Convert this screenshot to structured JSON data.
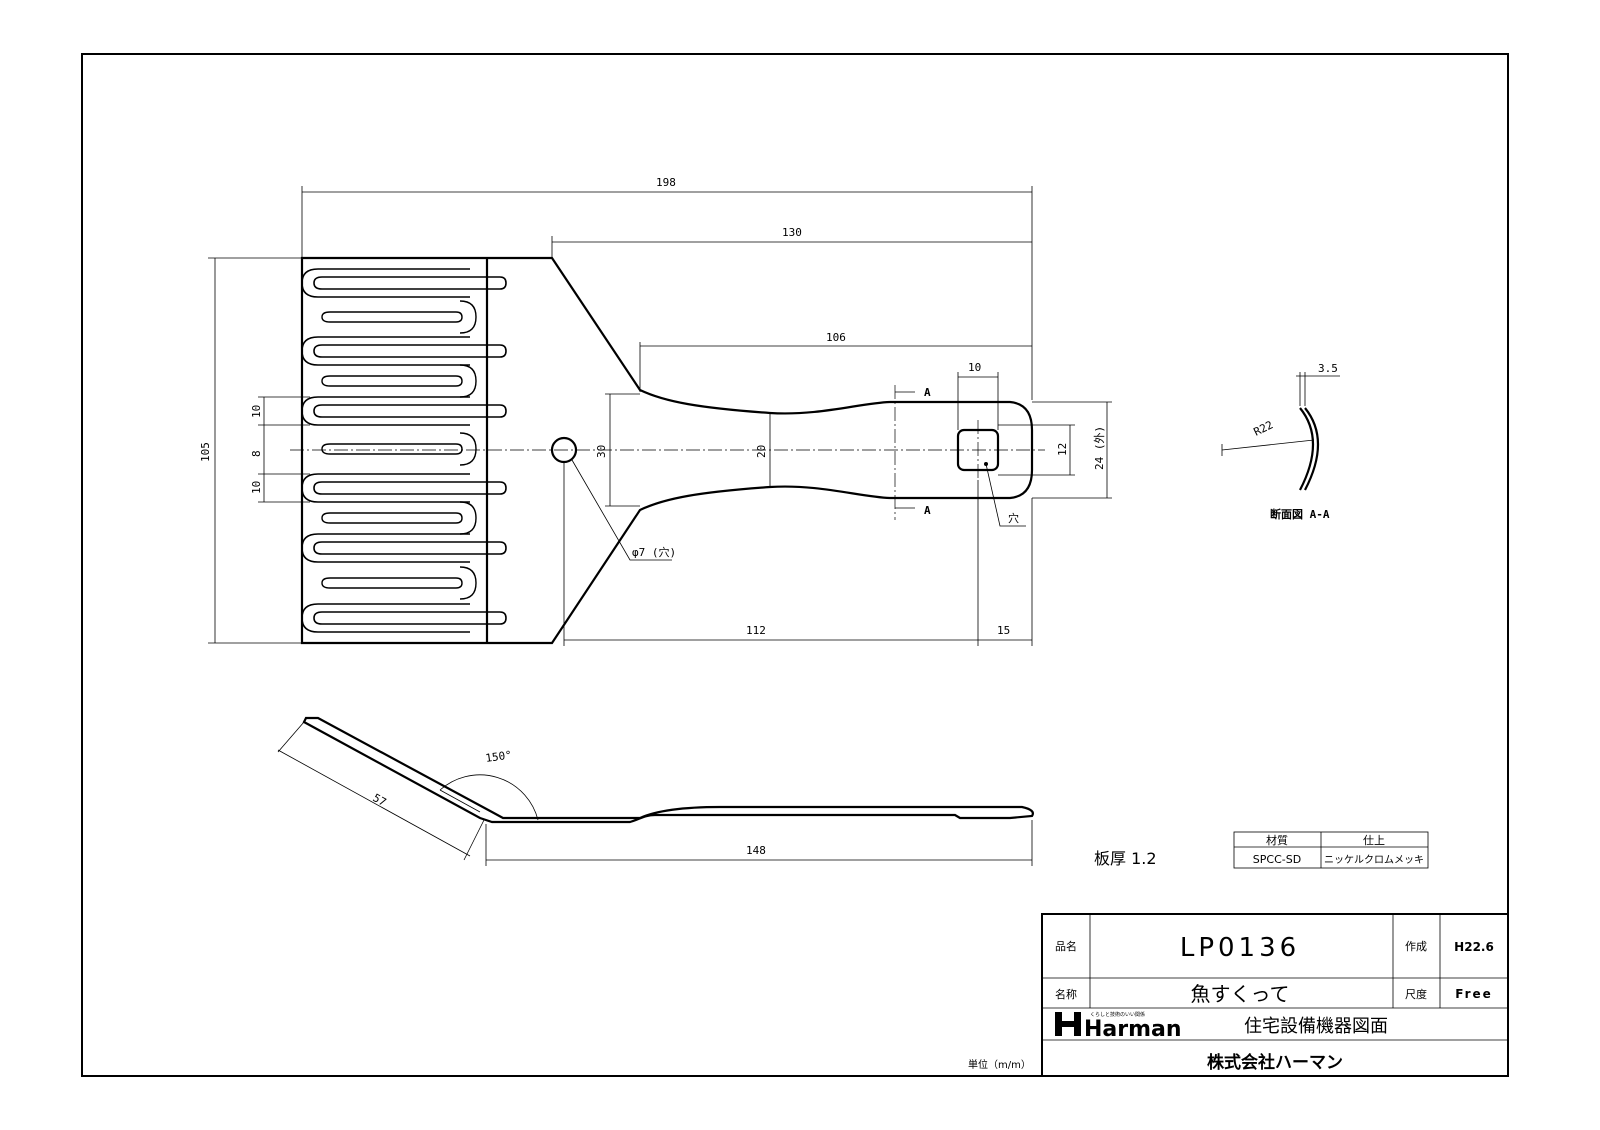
{
  "dimensions": {
    "overall_length": "198",
    "handle_from_neck": "130",
    "handle_length": "106",
    "slot_gap_top": "10",
    "slot_center": "8",
    "slot_gap_bottom": "10",
    "head_width": "105",
    "neck_width": "30",
    "grip_width": "20",
    "hole_square": "10",
    "hole_height": "12",
    "end_width": "24 (外)",
    "hole_diameter": "φ7 (穴)",
    "hole_note": "穴",
    "base_to_hole": "112",
    "hole_to_end": "15",
    "side_blade": "57",
    "side_angle": "150°",
    "side_length": "148",
    "section_marker": "A",
    "section_thickness": "3.5",
    "section_radius": "R22",
    "section_title": "断面図  A-A"
  },
  "material_table": {
    "material_header": "材質",
    "finish_header": "仕上",
    "material_value": "SPCC-SD",
    "finish_value": "ニッケルクロムメッキ"
  },
  "plate_thickness": "板厚  1.2",
  "unit_note": "単位（m/m）",
  "title_block": {
    "part_no_label": "品名",
    "part_no": "LP0136",
    "name_label": "名称",
    "name": "魚すくって",
    "date_label": "作成",
    "date": "H22.6",
    "scale_label": "尺度",
    "scale": "Free",
    "brand_logo": "Harman",
    "brand_tagline": "くらしと技術のいい関係",
    "drawing_type": "住宅設備機器図面",
    "company": "株式会社ハーマン"
  }
}
